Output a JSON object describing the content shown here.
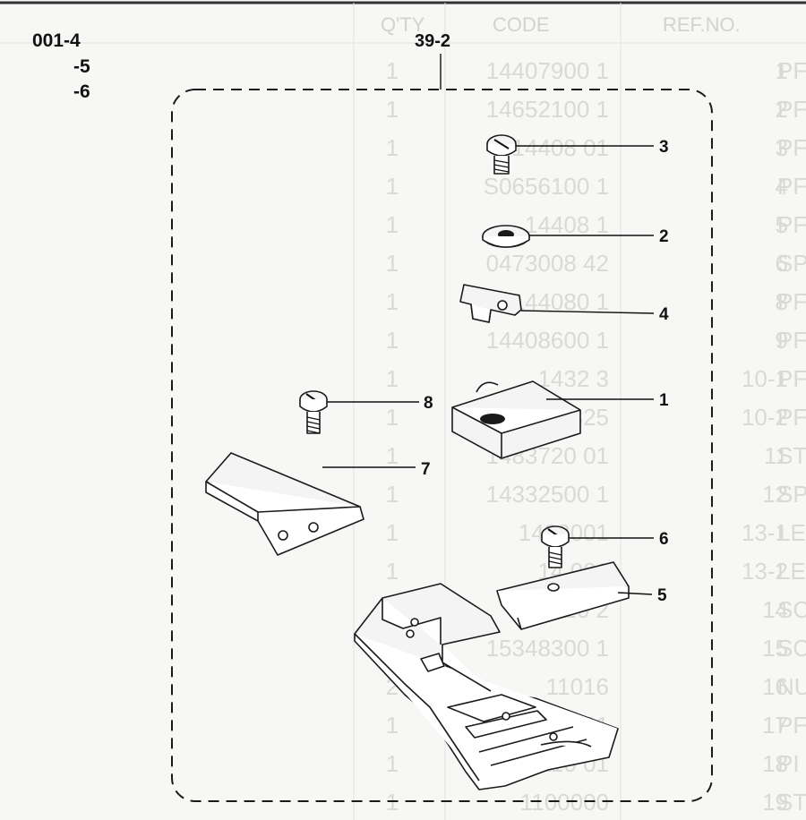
{
  "figure": {
    "group_label": "39-2",
    "figure_ids": [
      "001-4",
      "-5",
      "-6"
    ]
  },
  "parts_table_ghost": {
    "headers": [
      "REF.NO.",
      "CODE",
      "Q'TY"
    ],
    "rows": [
      {
        "ref": "1",
        "code": "14407900 1",
        "qty": "1"
      },
      {
        "ref": "2",
        "code": "14652100 1",
        "qty": "1"
      },
      {
        "ref": "3",
        "code": "14408 01",
        "qty": "1"
      },
      {
        "ref": "4",
        "code": "S0656100 1",
        "qty": "1"
      },
      {
        "ref": "5",
        "code": "14408 1",
        "qty": "1"
      },
      {
        "ref": "6",
        "code": "0473008 42",
        "qty": "1"
      },
      {
        "ref": "8",
        "code": "144080 1",
        "qty": "1"
      },
      {
        "ref": "9",
        "code": "14408600 1",
        "qty": "1"
      },
      {
        "ref": "10-1",
        "code": "1432 3",
        "qty": "1"
      },
      {
        "ref": "10-2",
        "code": "14325",
        "qty": "1"
      },
      {
        "ref": "11",
        "code": "1483720 01",
        "qty": "1"
      },
      {
        "ref": "12",
        "code": "14332500 1",
        "qty": "1"
      },
      {
        "ref": "13-1",
        "code": "1432001",
        "qty": "1"
      },
      {
        "ref": "13-2",
        "code": "14 001",
        "qty": "1"
      },
      {
        "ref": "14",
        "code": "0620 2",
        "qty": "1"
      },
      {
        "ref": "15",
        "code": "15348300 1",
        "qty": "2"
      },
      {
        "ref": "16",
        "code": "11016",
        "qty": "2"
      },
      {
        "ref": "17",
        "code": "1 01",
        "qty": "1"
      },
      {
        "ref": "18",
        "code": "110 01",
        "qty": "1"
      },
      {
        "ref": "19",
        "code": "1100000",
        "qty": "1"
      }
    ],
    "prefixes": [
      "PF",
      "PF",
      "PF",
      "PF",
      "PF",
      "SP",
      "PF",
      "PF",
      "PF",
      "PF",
      "ST",
      "SP",
      "LE",
      "LE",
      "SC",
      "SC",
      "NU",
      "PF",
      "PI",
      "ST"
    ]
  },
  "callouts": [
    "1",
    "2",
    "3",
    "4",
    "5",
    "6",
    "7",
    "8"
  ],
  "colors": {
    "line": "#1a1a1a",
    "ghost": "#d9d9d6",
    "background": "#f7f7f5"
  }
}
